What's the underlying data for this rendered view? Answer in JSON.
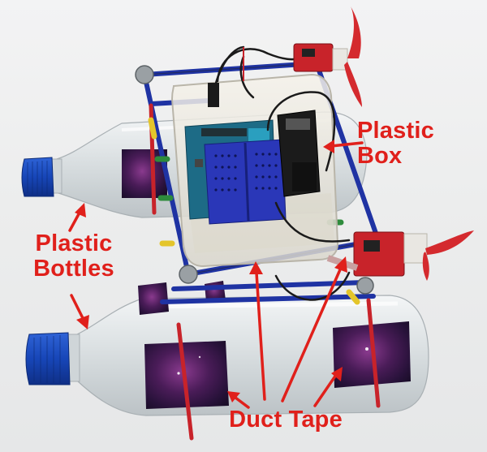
{
  "labels": {
    "plastic_box": {
      "line1": "Plastic",
      "line2": "Box"
    },
    "plastic_bottles": {
      "line1": "Plastic",
      "line2": "Bottles"
    },
    "duct_tape": "Duct Tape"
  },
  "colors": {
    "label_red": "#e0201b",
    "frame_blue": "#1f33a3",
    "cap_blue": "#1746b8",
    "board_red": "#c8232a",
    "breadboard_blue": "#2a37b8"
  }
}
